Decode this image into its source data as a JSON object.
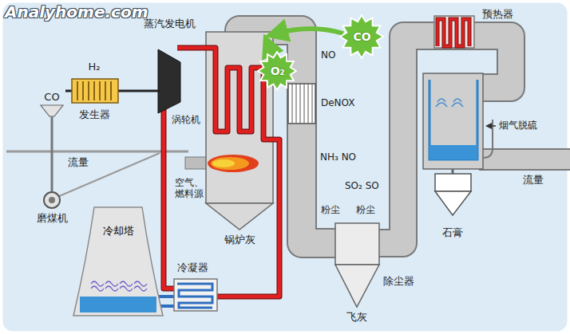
{
  "diagram": {
    "nodes": [
      {
        "text": [
          "CO"
        ]
      },
      {
        "text": [
          "O₂"
        ]
      },
      {
        "text": [
          "冷却塔"
        ]
      }
    ],
    "labels": [
      "Analyhome.com",
      "蒸汽发电机",
      "预热器",
      "H₂",
      "发生器",
      "CO",
      "流量",
      "磨煤机",
      "涡轮机",
      "空气、燃料源",
      "锅炉灰",
      "NO",
      "DeNOX",
      "NH₃ NO",
      "SO₂ SO",
      "粉尘",
      "粉尘",
      "除尘器",
      "飞灰",
      "烟气脱硫",
      "流量",
      "石膏",
      "冷凝器"
    ]
  }
}
